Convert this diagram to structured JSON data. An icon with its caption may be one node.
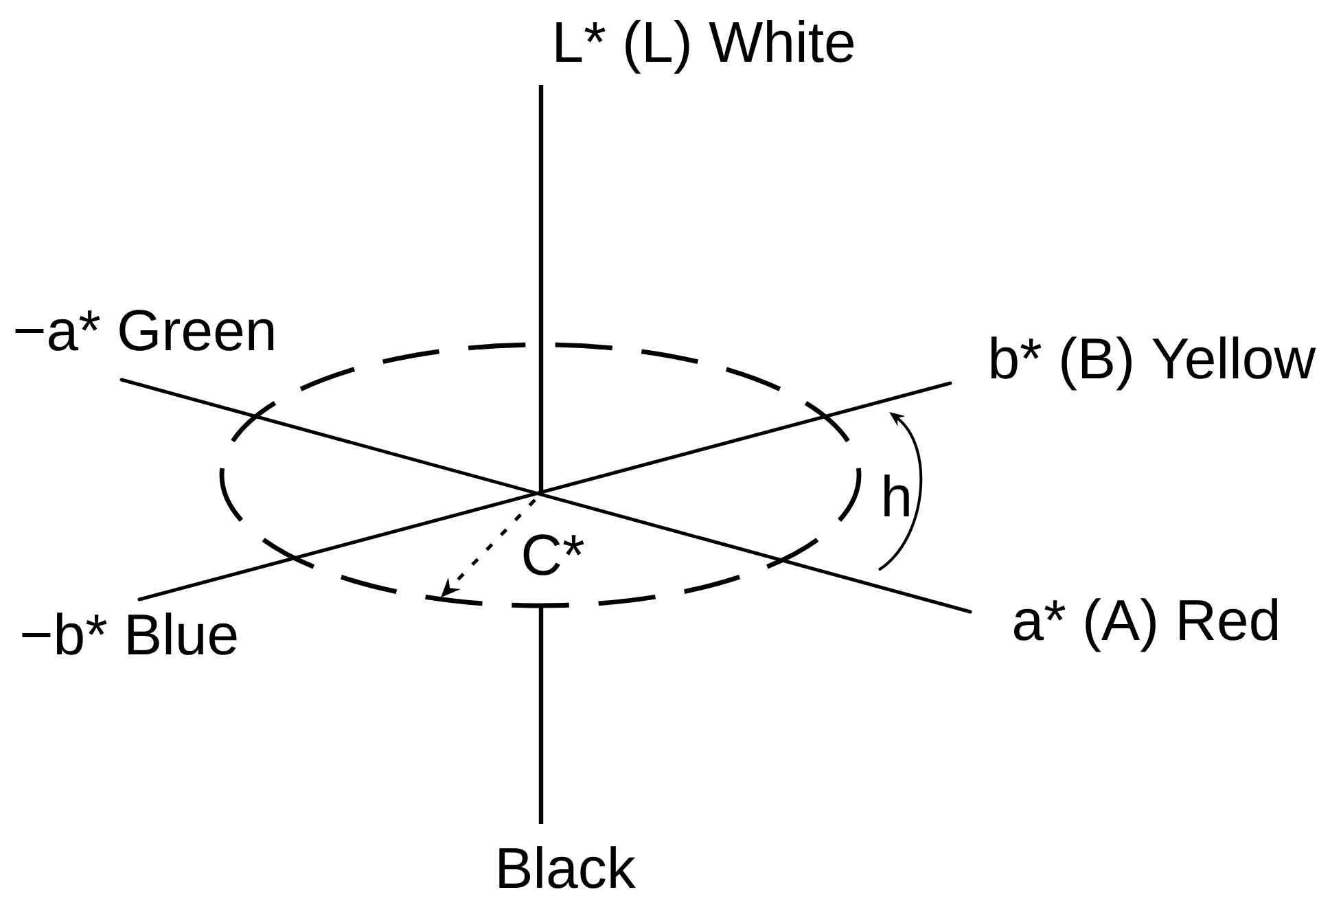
{
  "diagram": {
    "labels": [
      "L* (L) White",
      "−a* Green",
      "b* (B) Yellow",
      "h",
      "C*",
      "a* (A) Red",
      "−b* Blue",
      "Black"
    ]
  }
}
